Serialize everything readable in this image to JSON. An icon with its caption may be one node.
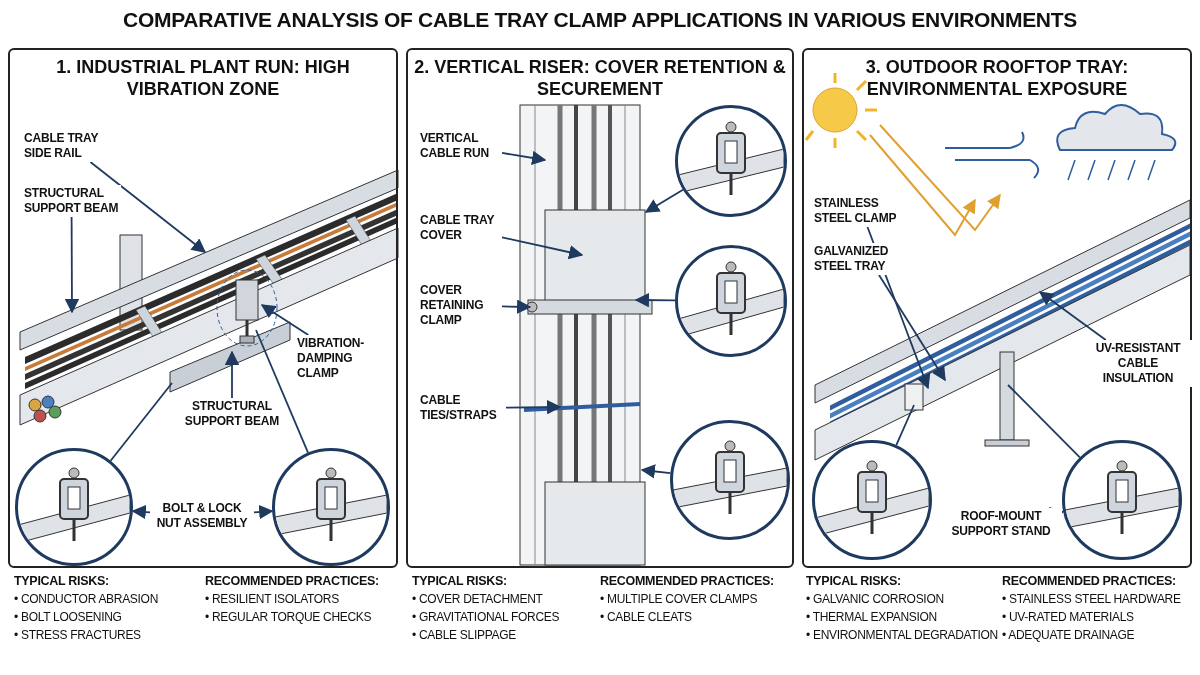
{
  "diagram": {
    "title": "COMPARATIVE ANALYSIS OF CABLE TRAY CLAMP APPLICATIONS IN VARIOUS ENVIRONMENTS",
    "nodes": [
      {
        "text": [
          "1. INDUSTRIAL PLANT RUN: HIGH VIBRATION ZONE"
        ]
      },
      {
        "text": [
          "CABLE TRAY SIDE RAIL"
        ],
        "in": 0
      },
      {
        "text": [
          "STRUCTURAL SUPPORT BEAM"
        ],
        "in": 0
      },
      {
        "text": [
          "VIBRATION-DAMPING CLAMP"
        ],
        "in": 0
      },
      {
        "text": [
          "STRUCTURAL SUPPORT BEAM"
        ],
        "in": 0
      },
      {
        "text": [],
        "shape": "circle",
        "in": 0
      },
      {
        "text": [],
        "shape": "circle",
        "in": 0
      },
      {
        "text": [
          "BOLT & LOCK NUT ASSEMBLY"
        ],
        "in": 0
      },
      {
        "text": [
          "2. VERTICAL RISER: COVER RETENTION & SECUREMENT"
        ]
      },
      {
        "text": [
          "VERTICAL CABLE RUN"
        ],
        "in": 8
      },
      {
        "text": [
          "CABLE TRAY COVER"
        ],
        "in": 8
      },
      {
        "text": [
          "COVER RETAINING CLAMP"
        ],
        "in": 8
      },
      {
        "text": [
          "CABLE TIES/STRAPS"
        ],
        "in": 8
      },
      {
        "text": [],
        "shape": "circle",
        "in": 8
      },
      {
        "text": [],
        "shape": "circle",
        "in": 8
      },
      {
        "text": [],
        "shape": "circle",
        "in": 8
      },
      {
        "text": [
          "3. OUTDOOR ROOFTOP TRAY: ENVIRONMENTAL EXPOSURE"
        ]
      },
      {
        "text": [
          "STAINLESS STEEL CLAMP"
        ],
        "in": 16
      },
      {
        "text": [
          "GALVANIZED STEEL TRAY"
        ],
        "in": 16
      },
      {
        "text": [
          "UV-RESISTANT CABLE INSULATION"
        ],
        "in": 16
      },
      {
        "text": [],
        "shape": "circle",
        "in": 16
      },
      {
        "text": [],
        "shape": "circle",
        "in": 16
      },
      {
        "text": [
          "ROOF-MOUNT SUPPORT STAND"
        ],
        "in": 16
      }
    ],
    "edges": [
      {
        "from": 1,
        "to": null,
        "arrow": "to"
      },
      {
        "from": 2,
        "to": null,
        "arrow": "to"
      },
      {
        "from": 3,
        "to": null,
        "arrow": "to"
      },
      {
        "from": 4,
        "to": null,
        "arrow": "to"
      },
      {
        "from": 5,
        "to": null,
        "arrow": "none"
      },
      {
        "from": 6,
        "to": null,
        "arrow": "none"
      },
      {
        "from": 7,
        "to": 5,
        "arrow": "to"
      },
      {
        "from": 7,
        "to": 6,
        "arrow": "to"
      },
      {
        "from": 9,
        "to": null,
        "arrow": "to"
      },
      {
        "from": 10,
        "to": null,
        "arrow": "to"
      },
      {
        "from": 11,
        "to": null,
        "arrow": "to"
      },
      {
        "from": 12,
        "to": null,
        "arrow": "to"
      },
      {
        "from": 13,
        "to": null,
        "arrow": "to"
      },
      {
        "from": 14,
        "to": null,
        "arrow": "to"
      },
      {
        "from": 15,
        "to": null,
        "arrow": "to"
      },
      {
        "from": 17,
        "to": null,
        "arrow": "to"
      },
      {
        "from": 18,
        "to": null,
        "arrow": "to"
      },
      {
        "from": 19,
        "to": null,
        "arrow": "to"
      },
      {
        "from": 20,
        "to": null,
        "arrow": "none"
      },
      {
        "from": 21,
        "to": null,
        "arrow": "none"
      },
      {
        "from": 22,
        "to": 21,
        "arrow": "to"
      }
    ],
    "labels": [
      "TYPICAL RISKS:",
      "• CONDUCTOR ABRASION",
      "• BOLT LOOSENING",
      "• STRESS FRACTURES",
      "RECOMMENDED PRACTICES:",
      "• RESILIENT ISOLATORS",
      "• REGULAR TORQUE CHECKS",
      "TYPICAL RISKS:",
      "• COVER DETACHMENT",
      "• GRAVITATIONAL FORCES",
      "• CABLE SLIPPAGE",
      "RECOMMENDED PRACTICES:",
      "• MULTIPLE COVER CLAMPS",
      "• CABLE CLEATS",
      "TYPICAL RISKS:",
      "• GALVANIC CORROSION",
      "• THERMAL EXPANSION",
      "• ENVIRONMENTAL DEGRADATION",
      "RECOMMENDED PRACTICES:",
      "• STAINLESS STEEL HARDWARE",
      "• UV-RATED MATERIALS",
      "• ADEQUATE DRAINAGE"
    ]
  }
}
